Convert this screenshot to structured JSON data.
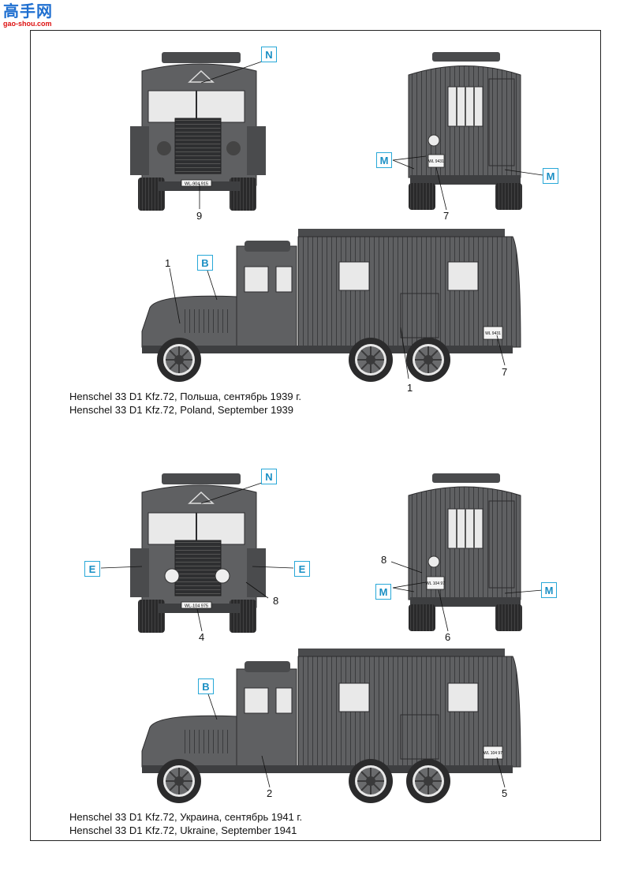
{
  "watermark": {
    "chinese": "高手网",
    "url": "gao-shou.com"
  },
  "captions": {
    "top_ru": "Henschel 33 D1 Kfz.72, Польша, сентябрь 1939 г.",
    "top_en": "Henschel 33 D1 Kfz.72, Poland, September 1939",
    "bottom_ru": "Henschel 33 D1 Kfz.72, Украина, сентябрь 1941 г.",
    "bottom_en": "Henschel 33 D1 Kfz.72, Ukraine, September 1941"
  },
  "markers": {
    "n1": "N",
    "m1": "M",
    "m2": "M",
    "b1": "B",
    "n2": "N",
    "e1": "E",
    "e2": "E",
    "m3": "M",
    "m4": "M",
    "b2": "B"
  },
  "numbers": {
    "p9": "9",
    "p7a": "7",
    "p1a": "1",
    "p1b": "1",
    "p7b": "7",
    "p4": "4",
    "p8a": "8",
    "p8b": "8",
    "p6": "6",
    "p2": "2",
    "p5": "5"
  },
  "plates": {
    "front1": "WL-904 915",
    "rear1": "WL 9431",
    "side1": "WL 9431",
    "front2": "WL-104 975",
    "rear2": "WL 104 97",
    "side2": "WL 104 97"
  },
  "colors": {
    "vehicle": "#5f6062",
    "vehicle_dark": "#3e3f41",
    "marker": "#28a8d8"
  }
}
